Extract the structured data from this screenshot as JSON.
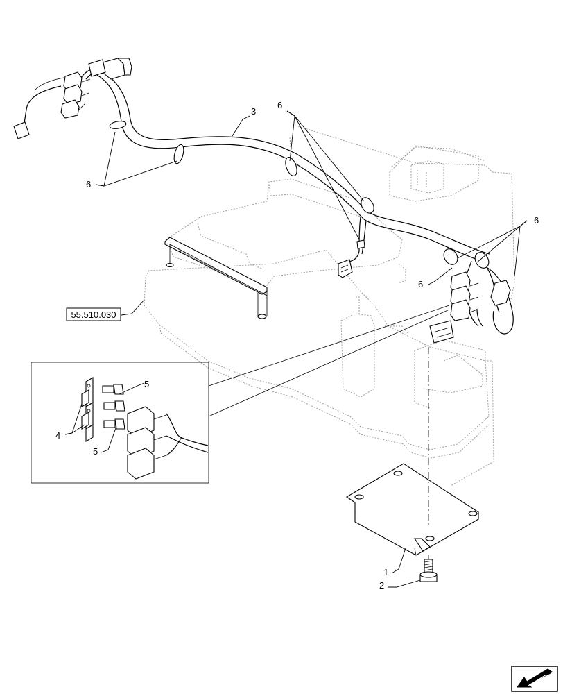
{
  "callouts": {
    "c1": "1",
    "c2": "2",
    "c3": "3",
    "c4": "4",
    "c5_upper": "5",
    "c5_lower": "5",
    "c6_top": "6",
    "c6_left": "6",
    "c6_right": "6",
    "c6_mid": "6"
  },
  "reference": {
    "label": "55.510.030"
  },
  "nav": {
    "icon": "arrow-back-icon"
  }
}
